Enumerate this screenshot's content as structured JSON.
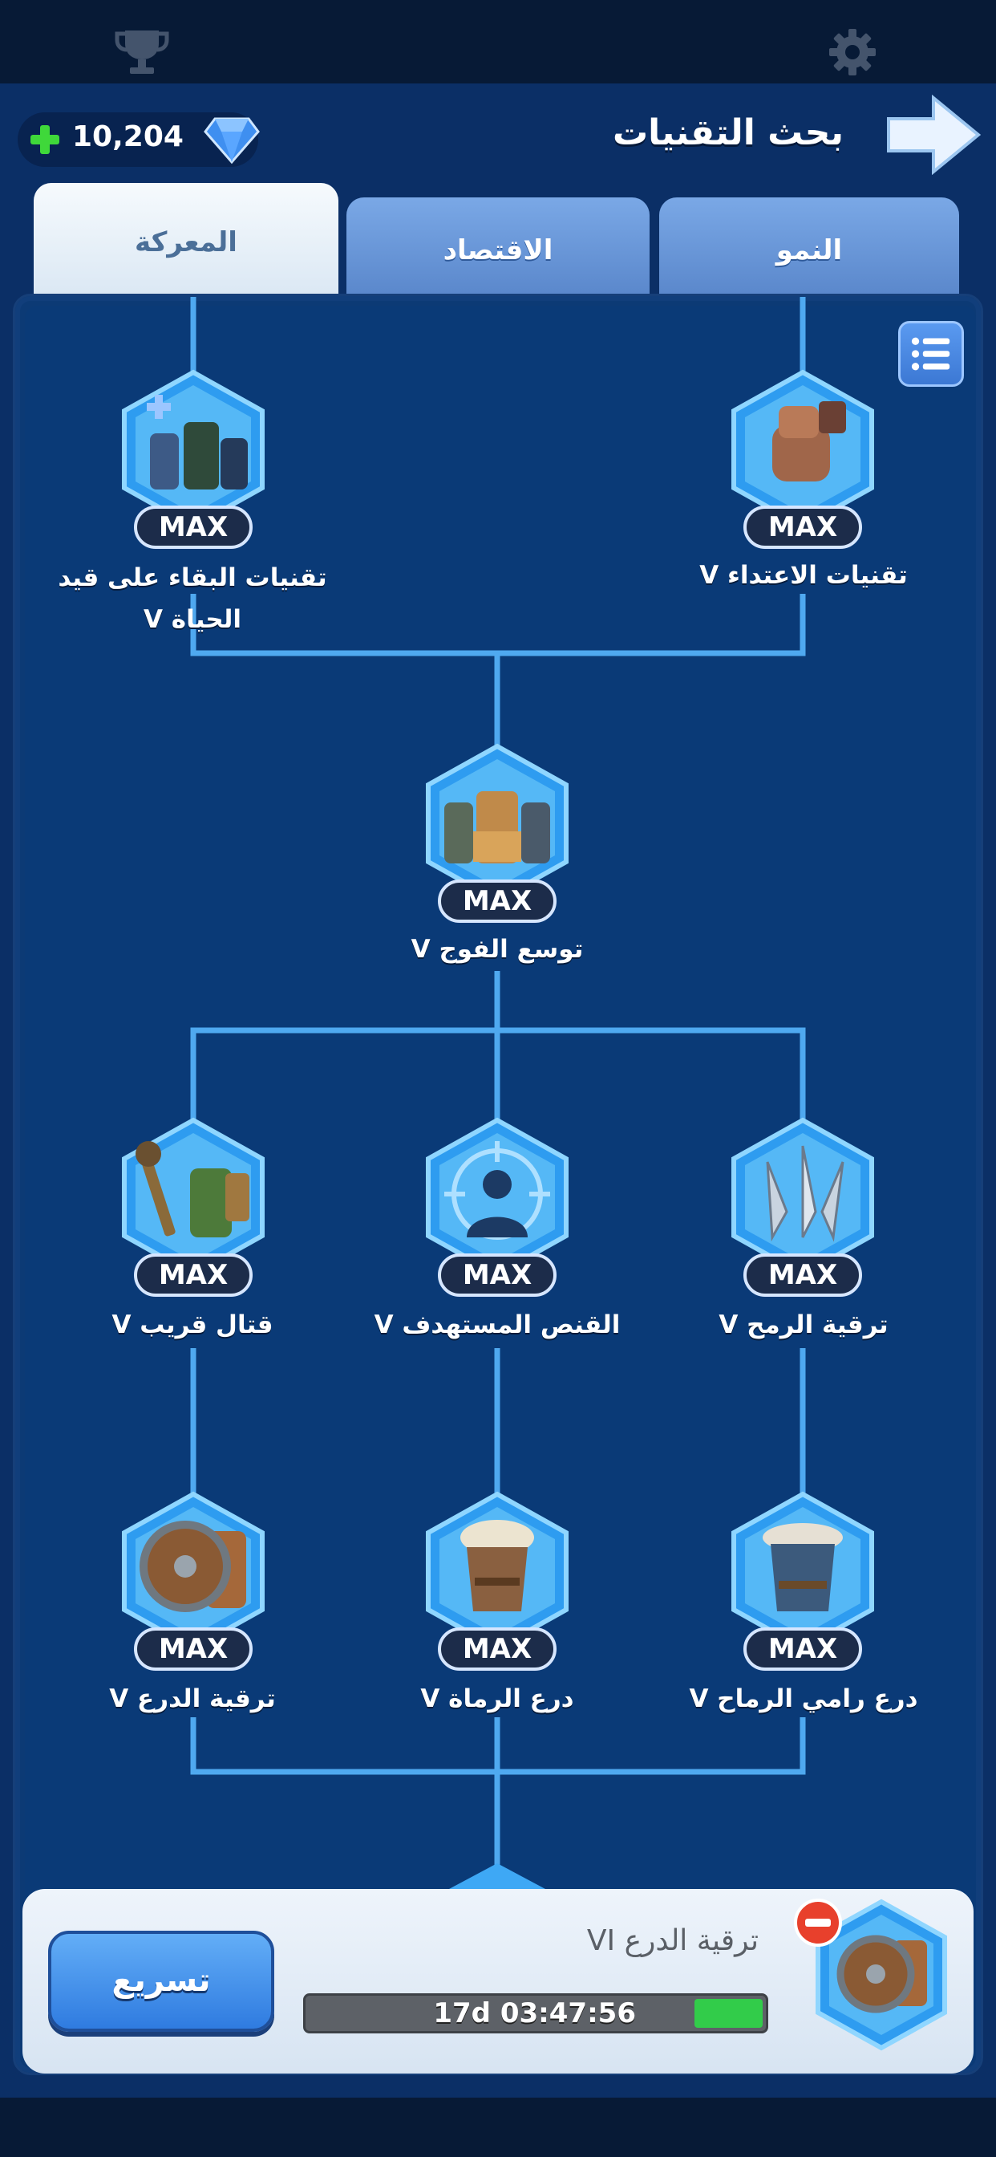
{
  "header": {
    "title": "بحث التقنيات",
    "currency_amount": "10,204"
  },
  "tabs": [
    {
      "label": "النمو",
      "active": false
    },
    {
      "label": "الاقتصاد",
      "active": false
    },
    {
      "label": "المعركة",
      "active": true
    }
  ],
  "nodes": [
    {
      "label": "تقنيات الاعتداء V",
      "level": "MAX",
      "icon": "fist-icon"
    },
    {
      "label": "تقنيات البقاء على قيد الحياة V",
      "level": "MAX",
      "icon": "medic-troops-icon"
    },
    {
      "label": "توسع الفوج V",
      "level": "MAX",
      "icon": "regiment-icon"
    },
    {
      "label": "ترقية الرمح V",
      "level": "MAX",
      "icon": "spear-icon"
    },
    {
      "label": "القنص المستهدف V",
      "level": "MAX",
      "icon": "target-icon"
    },
    {
      "label": "قتال قريب V",
      "level": "MAX",
      "icon": "melee-icon"
    },
    {
      "label": "درع رامي الرماح V",
      "level": "MAX",
      "icon": "spearman-armor-icon"
    },
    {
      "label": "درع الرماة V",
      "level": "MAX",
      "icon": "archer-armor-icon"
    },
    {
      "label": "ترقية الدرع V",
      "level": "MAX",
      "icon": "shield-icon"
    }
  ],
  "current_research": {
    "name": "ترقية الدرع VI",
    "time_remaining": "17d 03:47:56",
    "progress": 0.15,
    "speed_up_label": "تسريع"
  },
  "colors": {
    "background": "#0b2f66",
    "line": "#4fa9f0",
    "progress_fill": "#32cc4a",
    "button": "#3c88ea"
  }
}
